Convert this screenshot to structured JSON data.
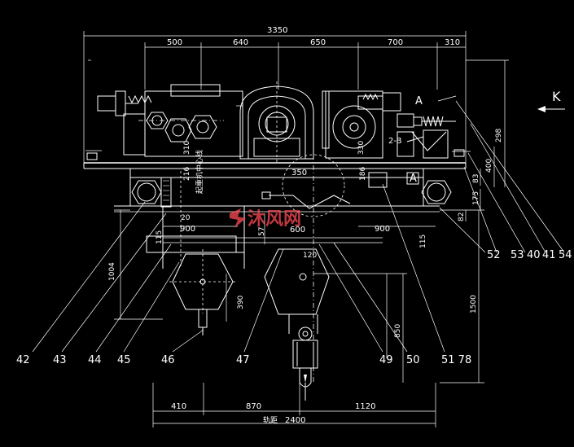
{
  "dimensions": {
    "top_overall": "3350",
    "top_segments": [
      "500",
      "640",
      "650",
      "700",
      "310"
    ],
    "bottom_segments": [
      "410",
      "870",
      "1120"
    ],
    "bottom_overall": "2400",
    "bottom_label": "轨距",
    "middle_left": "900",
    "middle_right": "900",
    "middle_center": "600",
    "d350": "350",
    "d186": "186",
    "d216": "216",
    "d310": "310",
    "d330": "330",
    "d298": "298",
    "d400": "400",
    "d83": "83",
    "d175": "175",
    "d82": "82",
    "d115_left": "115",
    "d115_right": "115",
    "d120": "120",
    "d1004": "1004",
    "d390": "390",
    "d850": "850",
    "d1500": "1500",
    "d57": "57",
    "d20": "20"
  },
  "labels": {
    "view_k": "K",
    "section_a_top": "A",
    "section_a_mid": "A",
    "note_b": "2-B",
    "center_note": "起重机中心线"
  },
  "part_numbers": [
    "42",
    "43",
    "44",
    "45",
    "46",
    "47",
    "49",
    "50",
    "51 78",
    "52",
    "53",
    "40",
    "41",
    "54"
  ],
  "watermark": "沐风网",
  "colors": {
    "lines": "#ffffff",
    "background": "#000000",
    "watermark": "#ff4b55"
  }
}
